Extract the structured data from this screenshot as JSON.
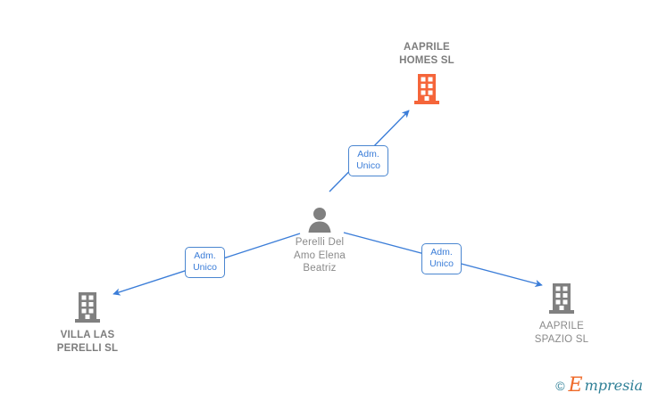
{
  "diagram": {
    "type": "org-relationship-graph",
    "background_color": "#ffffff",
    "edge_color": "#3b7dd8",
    "nodes": [
      {
        "id": "top",
        "kind": "company",
        "label": "AAPRILE\nHOMES  SL",
        "icon": "building-icon",
        "icon_color": "#f5653a",
        "highlighted": true,
        "text_bold": true
      },
      {
        "id": "person",
        "kind": "person",
        "label": "Perelli Del\nAmo Elena\nBeatriz",
        "icon": "person-icon",
        "icon_color": "#808080",
        "highlighted": false,
        "text_bold": false
      },
      {
        "id": "left",
        "kind": "company",
        "label": "VILLA LAS\nPERELLI  SL",
        "icon": "building-icon",
        "icon_color": "#808080",
        "highlighted": false,
        "text_bold": true
      },
      {
        "id": "right",
        "kind": "company",
        "label": "AAPRILE\nSPAZIO SL",
        "icon": "building-icon",
        "icon_color": "#808080",
        "highlighted": false,
        "text_bold": false
      }
    ],
    "edges": [
      {
        "id": "edge-top",
        "from": "person",
        "to": "top",
        "label": "Adm.\nUnico",
        "arrow": "to"
      },
      {
        "id": "edge-left",
        "from": "person",
        "to": "left",
        "label": "Adm.\nUnico",
        "arrow": "to"
      },
      {
        "id": "edge-right",
        "from": "person",
        "to": "right",
        "label": "Adm.\nUnico",
        "arrow": "to"
      }
    ]
  },
  "watermark": {
    "copyright": "©",
    "brand_initial": "E",
    "brand_rest": "mpresia"
  }
}
